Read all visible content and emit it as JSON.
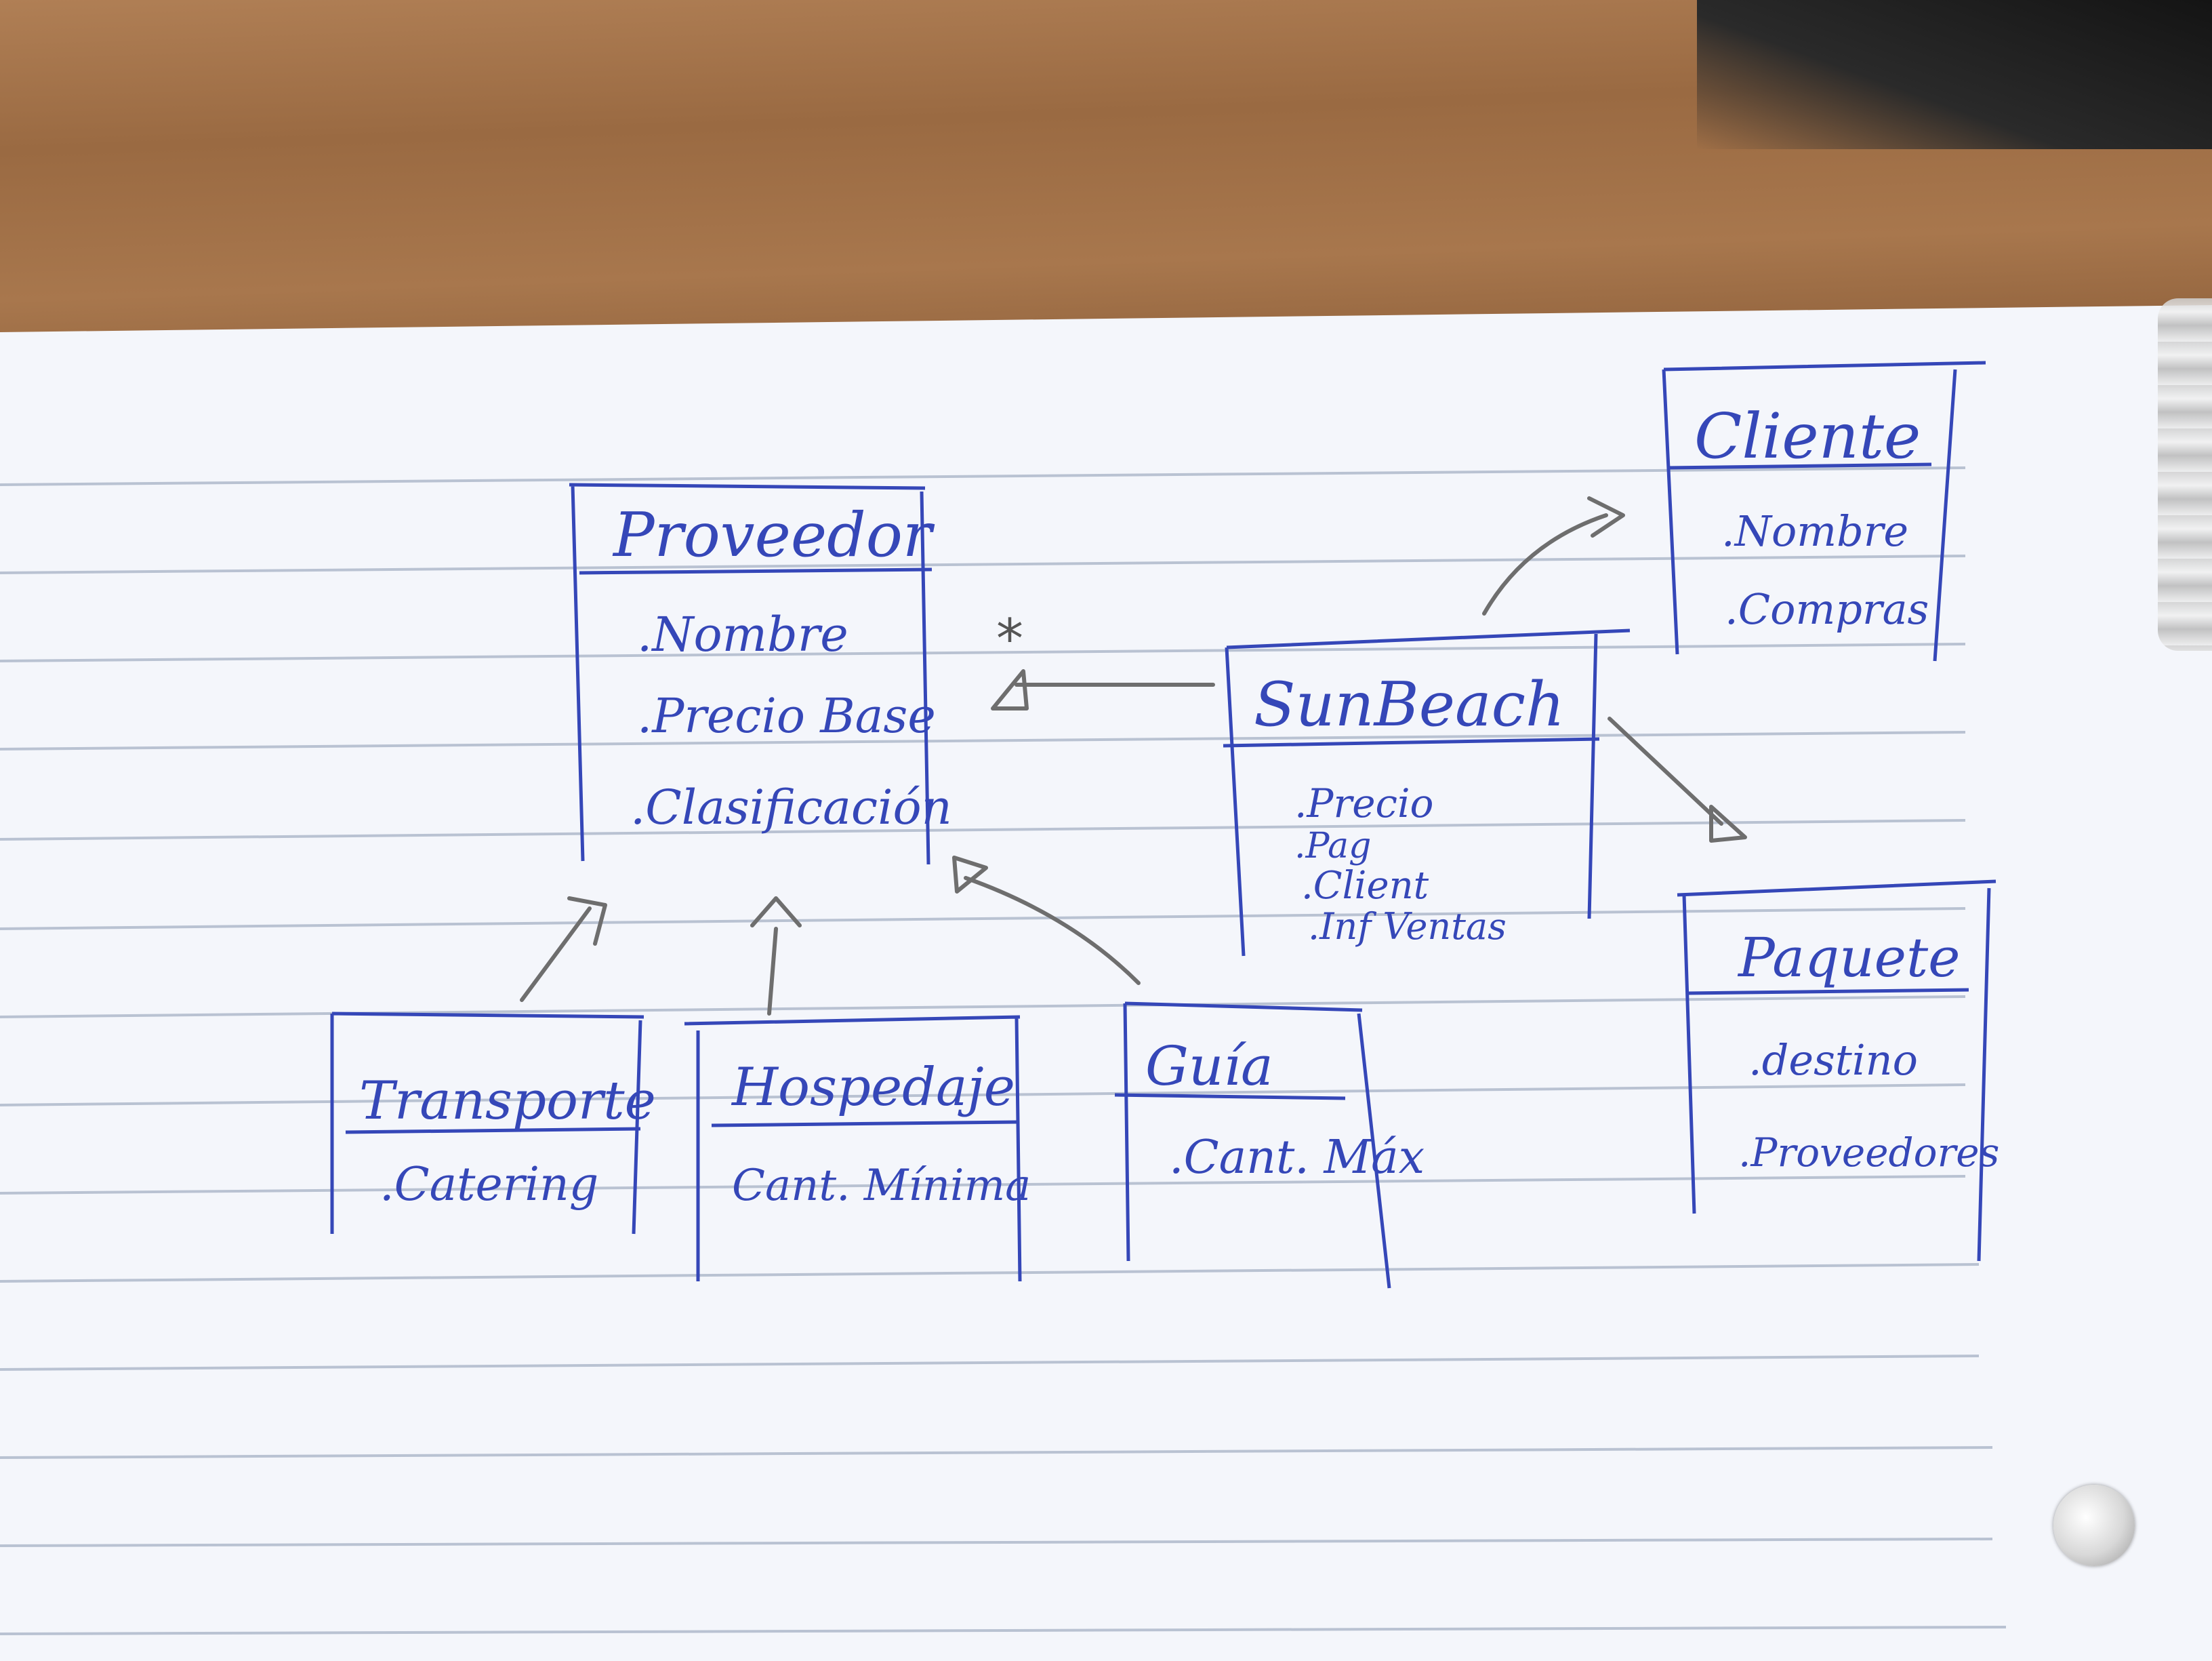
{
  "diagram": {
    "classes": [
      {
        "id": "proveedor",
        "name": "Proveedor",
        "attributes": [
          ".Nombre",
          ".Precio Base",
          ".Clasificación"
        ]
      },
      {
        "id": "transporte",
        "name": "Transporte",
        "attributes": [
          ".Catering"
        ]
      },
      {
        "id": "hospedaje",
        "name": "Hospedaje",
        "attributes": [
          "Cant. Mínima"
        ]
      },
      {
        "id": "guia",
        "name": "Guía",
        "attributes": [
          ".Cant. Máx"
        ]
      },
      {
        "id": "sunbeach",
        "name": "SunBeach",
        "attributes": [
          ".Precio",
          ".Pag",
          ".Client",
          ".Inf Ventas"
        ]
      },
      {
        "id": "cliente",
        "name": "Cliente",
        "attributes": [
          ".Nombre",
          ".Compras"
        ]
      },
      {
        "id": "paquete",
        "name": "Paquete",
        "attributes": [
          ".destino",
          ".Proveedores"
        ]
      }
    ],
    "relations": [
      {
        "from": "transporte",
        "to": "proveedor",
        "type": "inheritance"
      },
      {
        "from": "hospedaje",
        "to": "proveedor",
        "type": "inheritance"
      },
      {
        "from": "guia",
        "to": "proveedor",
        "type": "inheritance"
      },
      {
        "from": "sunbeach",
        "to": "proveedor",
        "type": "association",
        "multiplicity": "*"
      },
      {
        "from": "sunbeach",
        "to": "cliente",
        "type": "association"
      },
      {
        "from": "sunbeach",
        "to": "paquete",
        "type": "association"
      }
    ]
  },
  "colors": {
    "ink": "#3547b8",
    "pencil": "#6e6e6e",
    "rule": "#b9c2d2",
    "paper": "#f4f6fb"
  }
}
